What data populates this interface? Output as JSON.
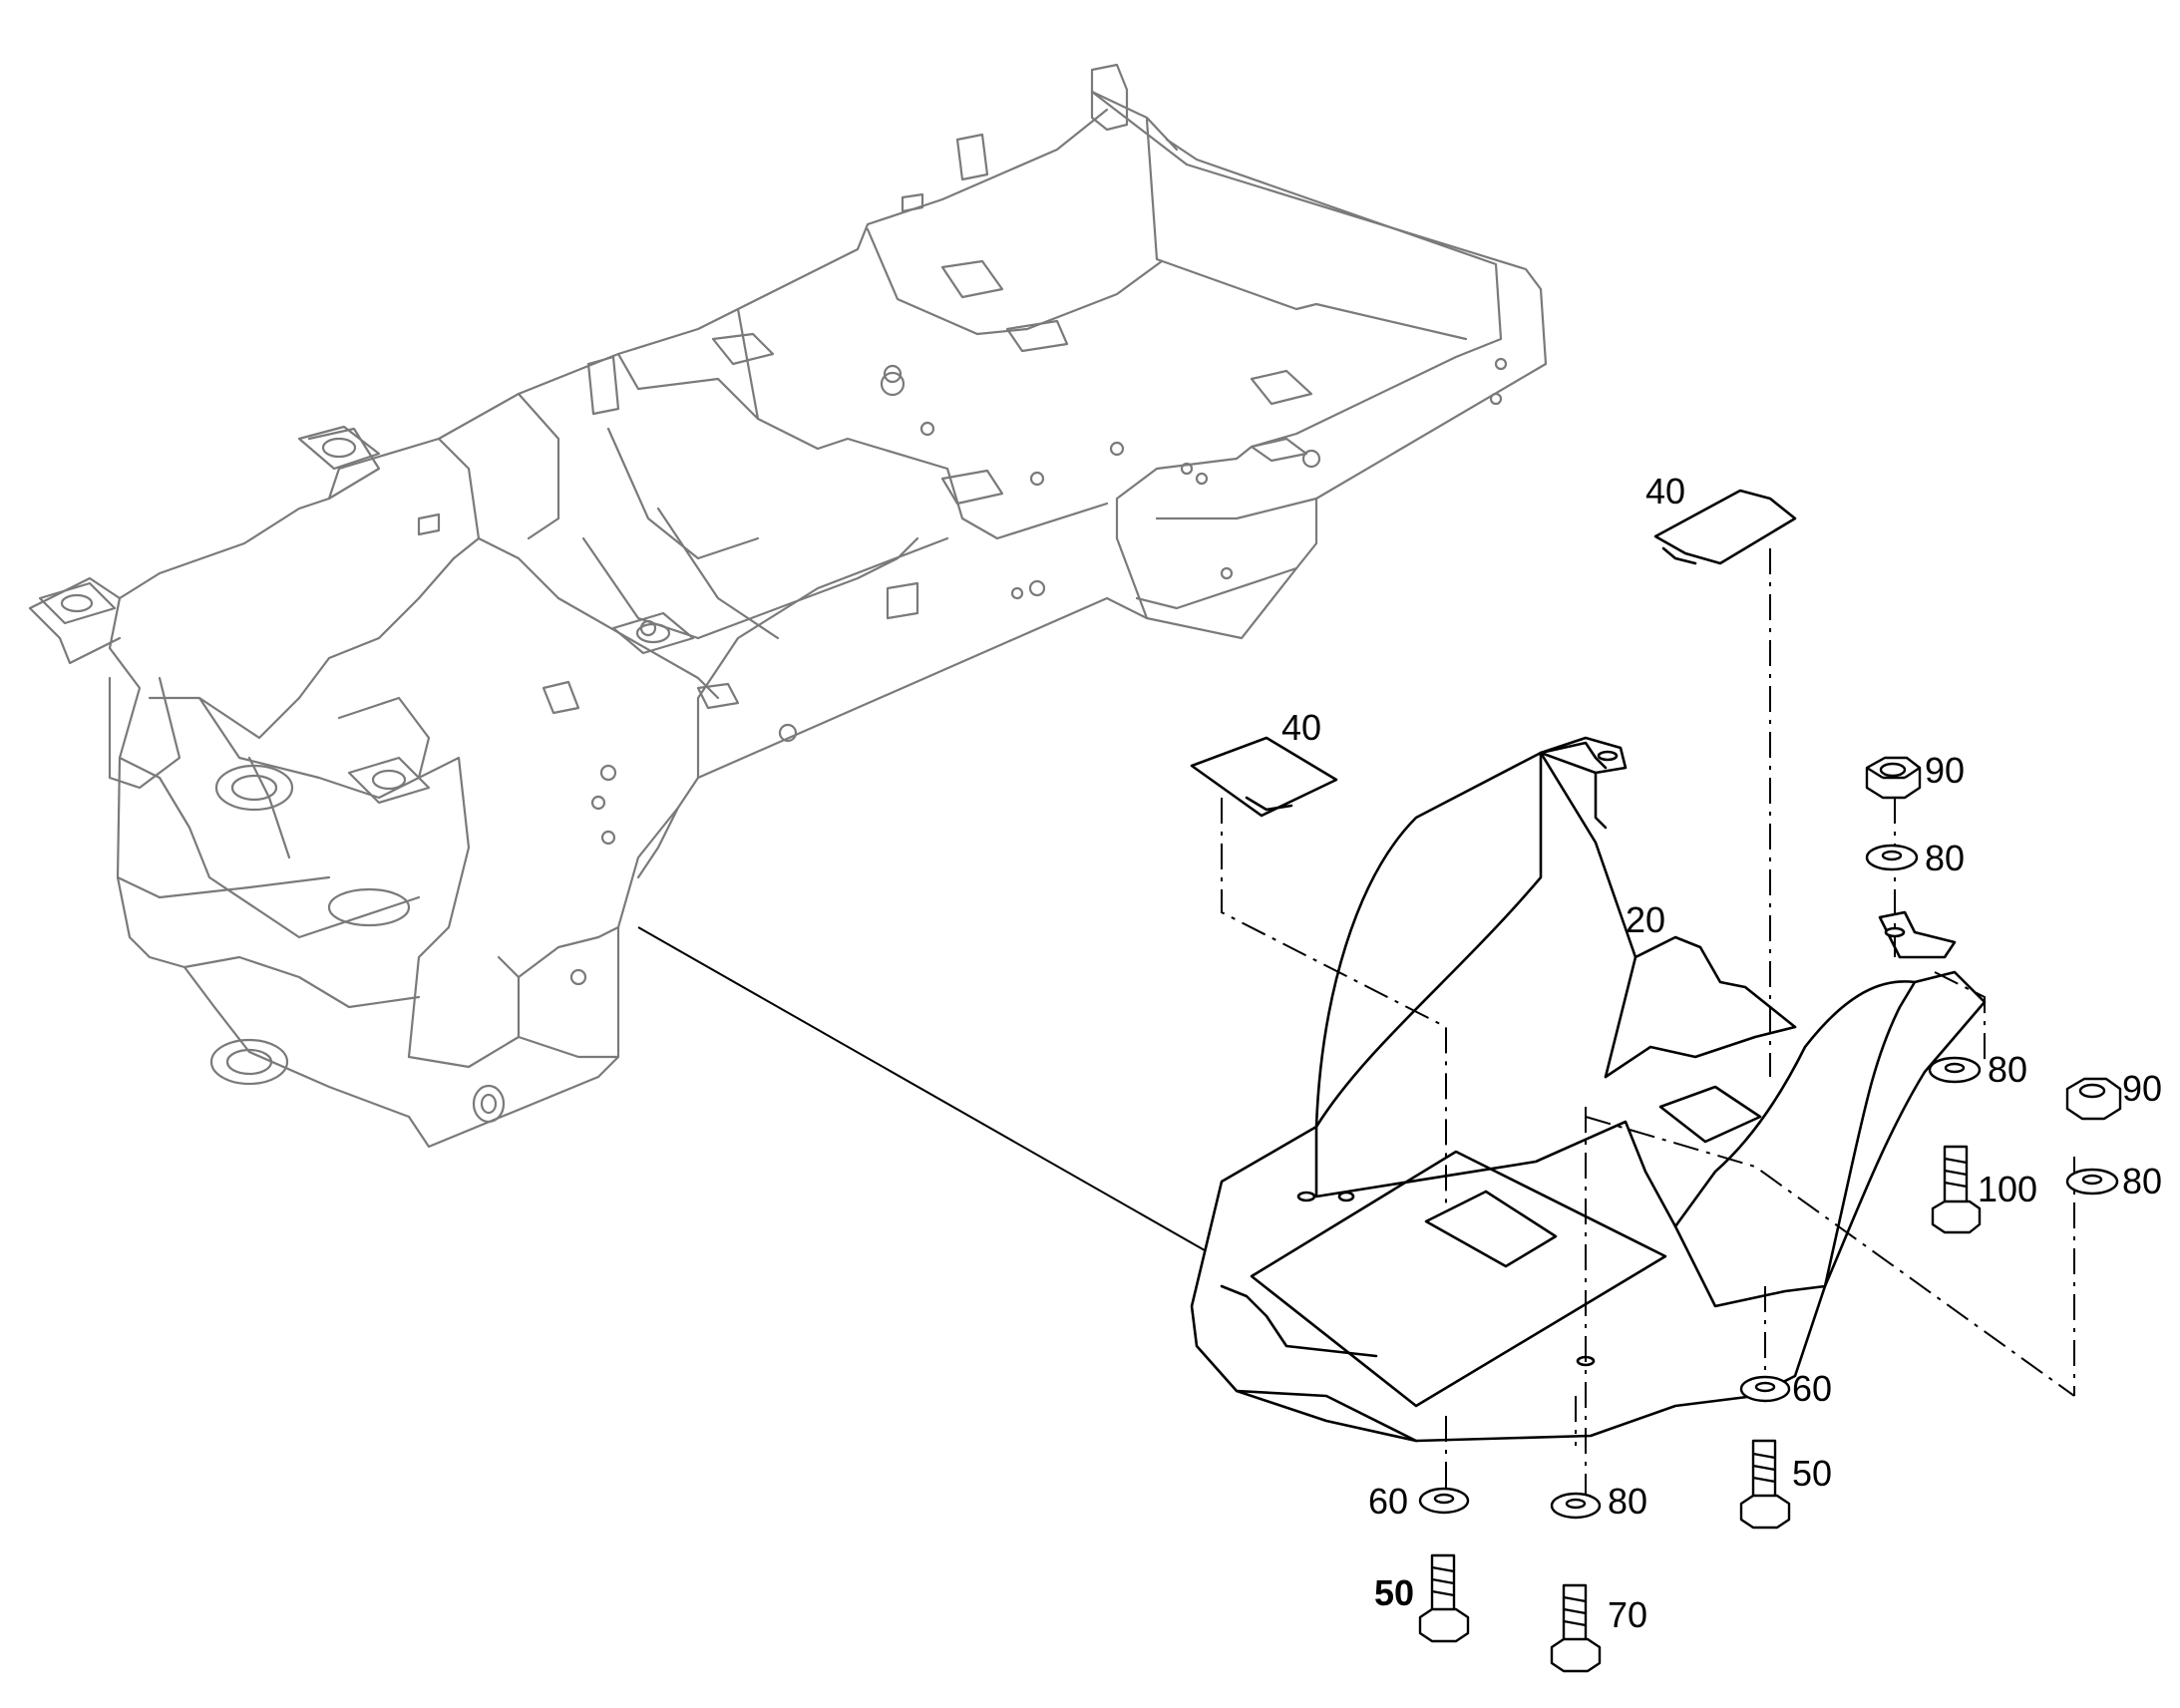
{
  "callouts": {
    "c40_top": "40",
    "c40_left": "40",
    "c20": "20",
    "c90_top": "90",
    "c80_top": "80",
    "c80_mid": "80",
    "c100": "100",
    "c90_right": "90",
    "c80_right": "80",
    "c60_right": "60",
    "c50_right": "50",
    "c60_bottom": "60",
    "c50_bottom": "50",
    "c80_bottom": "80",
    "c70_bottom": "70"
  }
}
